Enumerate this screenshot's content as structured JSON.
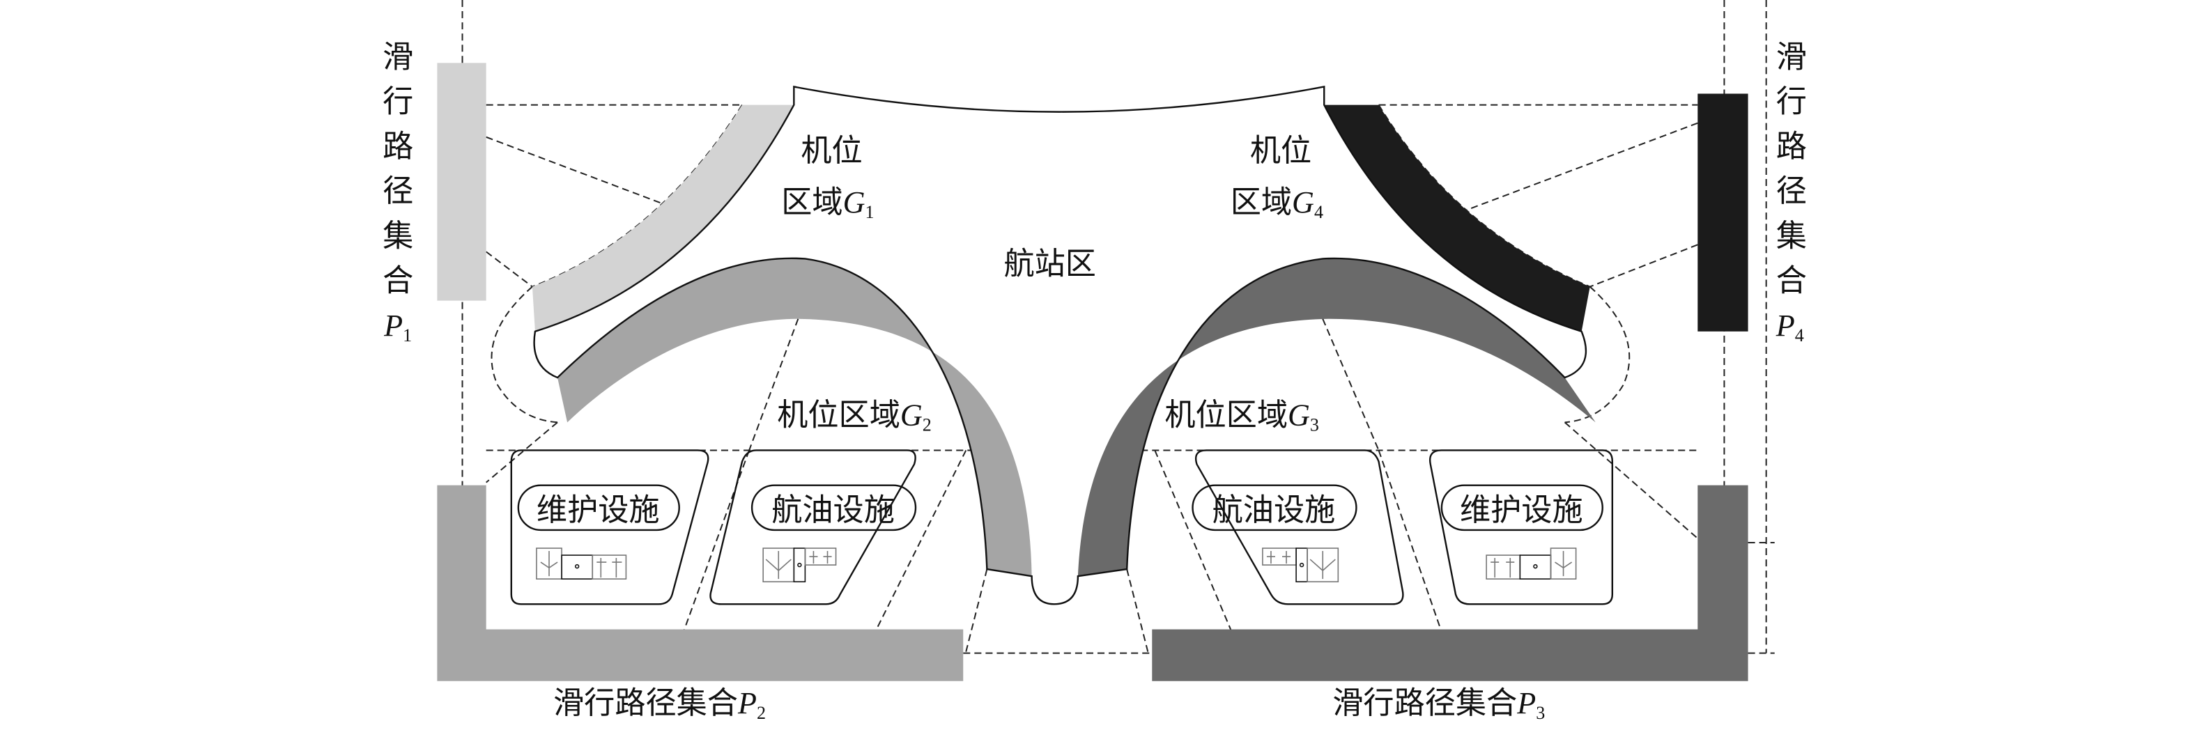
{
  "title": "机场场面区域划分示意图",
  "colors": {
    "p1": "#d2d2d2",
    "p2": "#a6a6a6",
    "p3": "#6b6b6b",
    "p4": "#1b1b1b",
    "g1": "#d3d3d3",
    "g2": "#a5a5a5",
    "g3": "#6a6a6a",
    "g4": "#1c1c1c"
  },
  "taxi_paths": {
    "vertical_text": [
      "滑",
      "行",
      "路",
      "径",
      "集",
      "合"
    ],
    "p1": {
      "letter": "P",
      "sub": "1"
    },
    "p4": {
      "letter": "P",
      "sub": "4"
    },
    "p2": {
      "text": "滑行路径集合",
      "letter": "P",
      "sub": "2"
    },
    "p3": {
      "text": "滑行路径集合",
      "letter": "P",
      "sub": "3"
    }
  },
  "stands": {
    "g1": {
      "line1": "机位",
      "line2": "区域",
      "letter": "G",
      "sub": "1"
    },
    "g4": {
      "line1": "机位",
      "line2": "区域",
      "letter": "G",
      "sub": "4"
    },
    "g2": {
      "text": "机位区域",
      "letter": "G",
      "sub": "2"
    },
    "g3": {
      "text": "机位区域",
      "letter": "G",
      "sub": "3"
    }
  },
  "terminal": {
    "label": "航站区"
  },
  "facilities": [
    {
      "label": "维护设施",
      "icon": "maintenance-hangar-icon"
    },
    {
      "label": "航油设施",
      "icon": "fuel-station-icon"
    },
    {
      "label": "航油设施",
      "icon": "fuel-station-icon"
    },
    {
      "label": "维护设施",
      "icon": "maintenance-hangar-icon"
    }
  ]
}
